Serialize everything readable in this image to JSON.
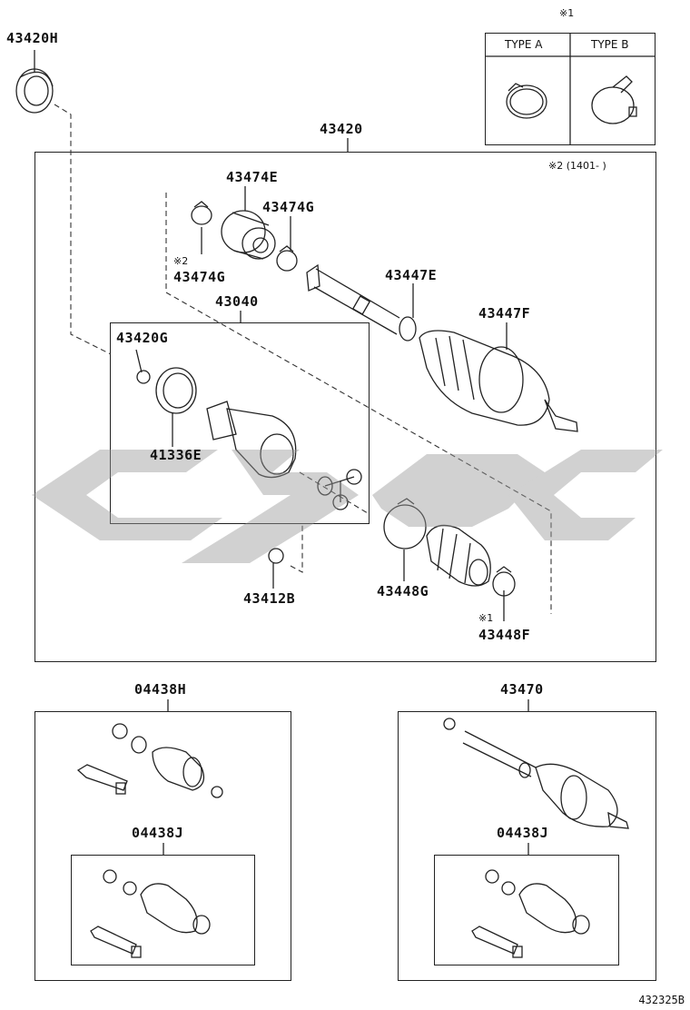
{
  "type_box": {
    "note": "※1",
    "type_a": "TYPE A",
    "type_b": "TYPE B"
  },
  "main_box": {
    "label": "43420",
    "note": "※2 (1401-   )"
  },
  "parts": {
    "p43420H": "43420H",
    "p43474E": "43474E",
    "p43474G_a": "43474G",
    "p43474G_b": "43474G",
    "p43474G_b_note": "※2",
    "p43040": "43040",
    "p43447E": "43447E",
    "p43447F": "43447F",
    "p43420G": "43420G",
    "p41336E": "41336E",
    "p43412B": "43412B",
    "p43448G": "43448G",
    "p43448F": "43448F",
    "p43448F_note": "※1"
  },
  "kit_left": {
    "label": "04438H",
    "inner_label": "04438J"
  },
  "kit_right": {
    "label": "43470",
    "inner_label": "04438J"
  },
  "figure_id": "432325B"
}
